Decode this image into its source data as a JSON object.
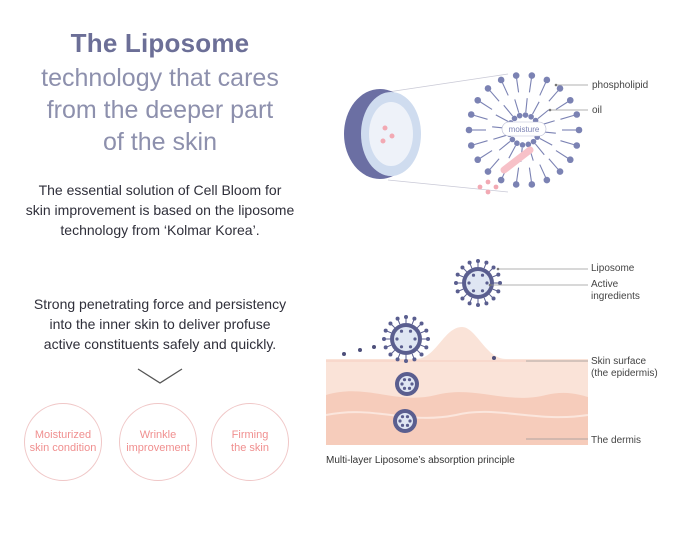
{
  "left": {
    "title_bold": "The Liposome",
    "title_lines": [
      "technology that cares",
      "from the deeper part",
      "of the skin"
    ],
    "description_1": [
      "The essential solution of Cell Bloom for",
      "skin improvement is based on the liposome",
      "technology from ‘Kolmar Korea’."
    ],
    "description_2": [
      "Strong penetrating force and persistency",
      "into the inner skin to deliver profuse",
      "active constituents safely and quickly."
    ],
    "benefits": [
      {
        "line1": "Moisturized",
        "line2": "skin condition"
      },
      {
        "line1": "Wrinkle",
        "line2": "improvement"
      },
      {
        "line1": "Firming",
        "line2": "the skin"
      }
    ]
  },
  "diagram_top": {
    "inner_label": "moisture",
    "labels": {
      "phospholipid": "phospholipid",
      "oil": "oil"
    }
  },
  "diagram_bottom": {
    "labels": {
      "liposome": "Liposome",
      "active_1": "Active",
      "active_2": "ingredients",
      "skin_1": "Skin surface",
      "skin_2": "(the epidermis)",
      "dermis": "The dermis"
    },
    "caption": "Multi-layer Liposome’s absorption principle"
  },
  "colors": {
    "accent_purple": "#6c6f97",
    "liposome_blue": "#7b82b3",
    "skin_pink": "#f9d9cc",
    "benefit_pink": "#f08f8f"
  }
}
